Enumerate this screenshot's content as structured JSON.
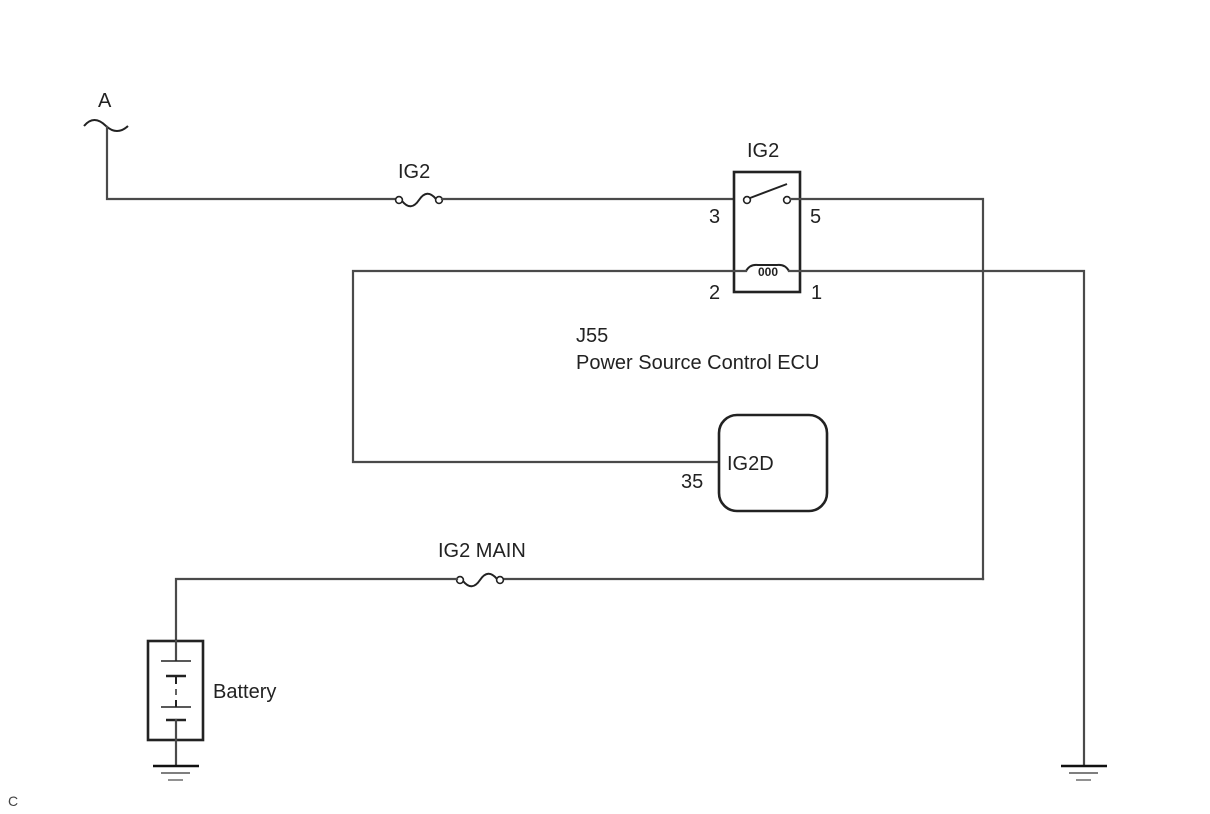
{
  "diagram": {
    "connector_label": "A",
    "fuse_ig2": "IG2",
    "relay": {
      "title": "IG2",
      "pin_3": "3",
      "pin_5": "5",
      "pin_2": "2",
      "pin_1": "1",
      "coil_glyph": "000"
    },
    "ecu": {
      "code": "J55",
      "name": "Power Source Control ECU",
      "terminal_name": "IG2D",
      "terminal_pin": "35"
    },
    "fuse_main": "IG2 MAIN",
    "battery_label": "Battery",
    "corner_mark": "C"
  }
}
